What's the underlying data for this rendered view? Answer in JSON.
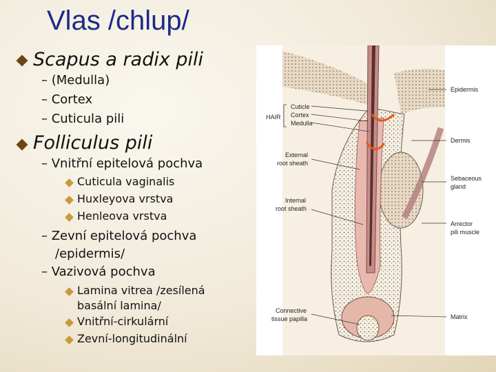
{
  "slide": {
    "title": "Vlas /chlup/",
    "items": [
      {
        "text": "Scapus a radix pili"
      },
      {
        "text": "– (Medulla)"
      },
      {
        "text": "– Cortex"
      },
      {
        "text": "– Cuticula pili"
      },
      {
        "text": "Folliculus pili"
      },
      {
        "text": "– Vnitřní epitelová pochva"
      },
      {
        "text": "Cuticula vaginalis"
      },
      {
        "text": "Huxleyova vrstva"
      },
      {
        "text": "Henleova vrstva"
      },
      {
        "text": "– Zevní epitelová pochva"
      },
      {
        "text": "/epidermis/"
      },
      {
        "text": "– Vazivová pochva"
      },
      {
        "text": "Lamina vitrea /zesílená"
      },
      {
        "text": "basální lamina/"
      },
      {
        "text": "Vnitřní-cirkulární"
      },
      {
        "text": "Zevní-longitudinální"
      }
    ]
  },
  "figure": {
    "labels": {
      "hair": "HAIR",
      "cuticle": "Cuticle",
      "cortex": "Cortex",
      "medulla": "Medulla",
      "external_root_sheath_1": "External",
      "external_root_sheath_2": "root sheath",
      "internal_root_sheath_1": "Internal",
      "internal_root_sheath_2": "root sheath",
      "connective_1": "Connective",
      "connective_2": "tissue papilla",
      "epidermis": "Epidermis",
      "dermis": "Dermis",
      "sebaceous_1": "Sebaceous",
      "sebaceous_2": "gland",
      "arrector_1": "Arrector",
      "arrector_2": "pili muscle",
      "matrix": "Matrix"
    }
  },
  "colors": {
    "title": "#1d2a8a",
    "bullet_main": "#6b4410",
    "bullet_sub": "#c79a3c",
    "annotation": "#e4571b"
  }
}
